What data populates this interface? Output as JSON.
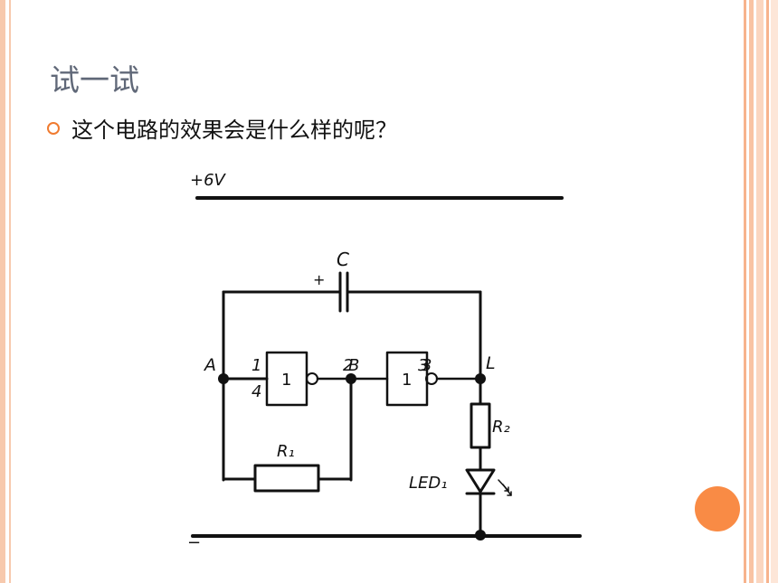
{
  "slide": {
    "title": "试一试",
    "bullet": "这个电路的效果会是什么样的呢？"
  },
  "circuit": {
    "supply_label": "+6V",
    "ground_label": "−",
    "capacitor_label": "C",
    "capacitor_polarity": "+",
    "resistor1_label": "R₁",
    "resistor2_label": "R₂",
    "led_label": "LED₁",
    "gate1_symbol": "1",
    "gate2_symbol": "1",
    "node_a": "A",
    "node_l": "L",
    "pin_1": "1",
    "pin_4": "4",
    "pin_2": "2",
    "pin_3": "3",
    "pin_2_overprint": "B",
    "pin_3_overprint": "3"
  },
  "colors": {
    "accent": "#f98b45",
    "title": "#606878",
    "wire": "#111111",
    "border": "#f7c9ad"
  }
}
